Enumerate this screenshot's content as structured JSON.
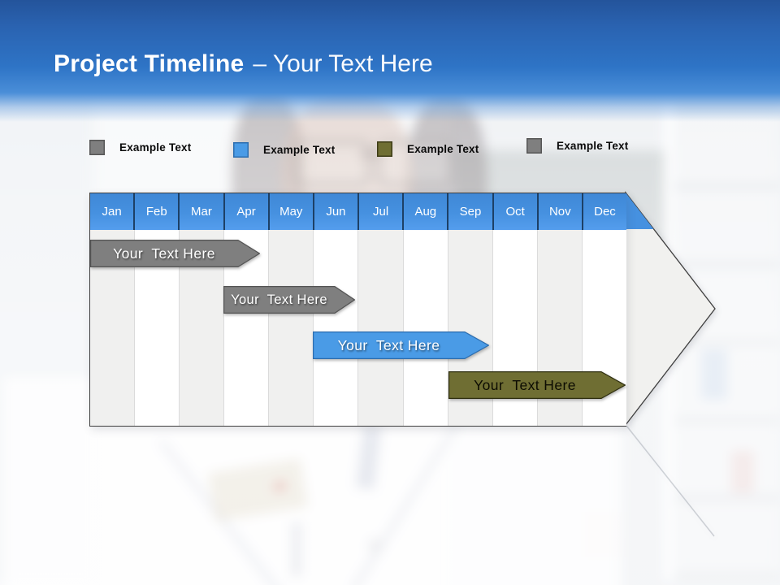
{
  "header": {
    "title_bold": "Project Timeline",
    "title_rest": "– Your Text Here"
  },
  "legend": {
    "items": [
      {
        "label": "Example Text",
        "fill": "#7f7f7f",
        "stroke": "#565656"
      },
      {
        "label": "Example Text",
        "fill": "#4a9be6",
        "stroke": "#2c6daf"
      },
      {
        "label": "Example Text",
        "fill": "#6f6e33",
        "stroke": "#3c3b15"
      },
      {
        "label": "Example Text",
        "fill": "#7f7f7f",
        "stroke": "#565656"
      }
    ]
  },
  "timeline": {
    "months": [
      "Jan",
      "Feb",
      "Mar",
      "Apr",
      "May",
      "Jun",
      "Jul",
      "Aug",
      "Sep",
      "Oct",
      "Nov",
      "Dec"
    ],
    "header_color": "#4691e0",
    "header_separator_color": "#1d4066",
    "column_alt_color": "#f0f0ef",
    "arrow_fill": "#f1f1ef",
    "arrow_outline": "#3f3f3f",
    "bars": [
      {
        "label": "Your  Text Here",
        "fill": "#7f7f7f",
        "stroke": "#545454",
        "text_color": "#ffffff",
        "start_month": "Jan",
        "end_month": "Apr"
      },
      {
        "label": "Your  Text Here",
        "fill": "#7f7f7f",
        "stroke": "#545454",
        "text_color": "#ffffff",
        "start_month": "Apr",
        "end_month": "Jul"
      },
      {
        "label": "Your  Text Here",
        "fill": "#4a9be6",
        "stroke": "#2c6daf",
        "text_color": "#ffffff",
        "start_month": "Jun",
        "end_month": "Sep"
      },
      {
        "label": "Your  Text Here",
        "fill": "#6f6e33",
        "stroke": "#2f2f10",
        "text_color": "#000000",
        "start_month": "Sep",
        "end_month": "Dec"
      }
    ]
  },
  "palette": {
    "band_top": "#24549b",
    "band_mid": "#2e74c6",
    "band_bottom": "#4a8ed8",
    "title_color": "#ffffff"
  }
}
